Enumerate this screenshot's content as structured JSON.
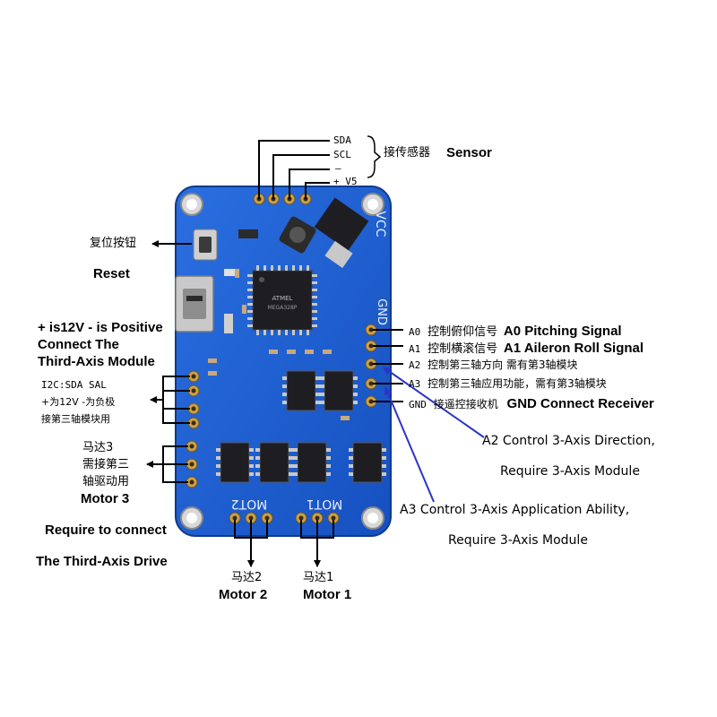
{
  "board": {
    "silk_mot2": "MOT2",
    "silk_mot1": "MOT1",
    "silk_vcc": "VCC",
    "silk_gnd": "GND"
  },
  "sensor": {
    "pins": [
      "SDA",
      "SCL",
      "–",
      "+ V5"
    ],
    "label_cn": "接传感器",
    "label_en": "Sensor"
  },
  "reset": {
    "label_cn": "复位按钮",
    "label_en": "Reset"
  },
  "third_axis": {
    "title_lines": [
      "+ is12V - is Positive",
      "Connect The",
      "Third-Axis Module"
    ],
    "cn_lines": [
      "I2C:SDA SAL",
      "+为12V -为负极",
      "接第三轴模块用"
    ]
  },
  "motor3": {
    "cn_lines": [
      "马达3",
      "需接第三",
      "轴驱动用"
    ],
    "label_en": "Motor 3",
    "note_lines": [
      "Require to connect",
      "The Third-Axis Drive"
    ]
  },
  "motor2": {
    "label_cn": "马达2",
    "label_en": "Motor 2"
  },
  "motor1": {
    "label_cn": "马达1",
    "label_en": "Motor 1"
  },
  "signals": [
    {
      "pin": "A0",
      "cn": "控制俯仰信号",
      "en": "A0 Pitching Signal"
    },
    {
      "pin": "A1",
      "cn": "控制横滚信号",
      "en": "A1 Aileron Roll Signal"
    },
    {
      "pin": "A2",
      "cn": "控制第三轴方向 需有第3轴模块",
      "en": ""
    },
    {
      "pin": "A3",
      "cn": "控制第三轴应用功能，需有第3轴模块",
      "en": ""
    },
    {
      "pin": "GND",
      "cn": "接遥控接收机",
      "en": "GND Connect Receiver"
    }
  ],
  "a2_note": [
    "A2 Control 3-Axis Direction,",
    "Require 3-Axis Module"
  ],
  "a3_note": [
    "A3 Control 3-Axis Application Ability,",
    "Require 3-Axis Module"
  ],
  "colors": {
    "pcb": "#1c5fd0",
    "pcb_dark": "#123f9a",
    "silk": "#e8eef8",
    "chip": "#1e1e22",
    "arrow_blue": "#2b34c8"
  }
}
